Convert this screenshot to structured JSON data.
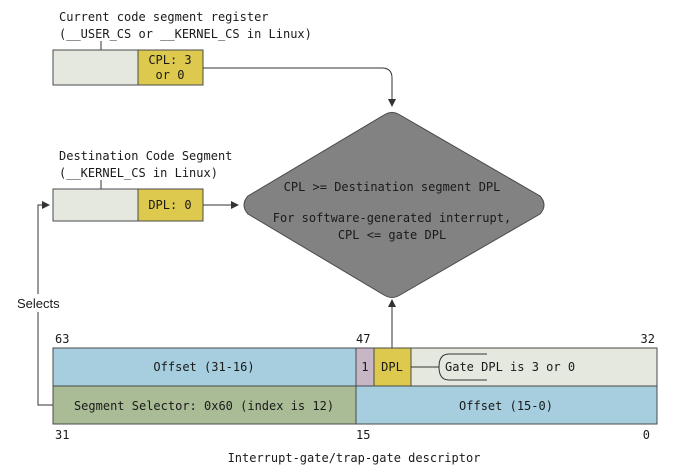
{
  "colors": {
    "segment_register_body": "#e4e8de",
    "privilege_field": "#dcc94e",
    "diamond_fill": "#828282",
    "offset_field": "#a6cede",
    "type_bit_field": "#c6b6c6",
    "selector_field": "#a9bc96",
    "gate_empty_field": "#e4e8de",
    "line": "#333333"
  },
  "current_cs": {
    "title_line1": "Current code segment register",
    "title_line2": "(__USER_CS or __KERNEL_CS in Linux)",
    "cpl_line1": "CPL: 3",
    "cpl_line2": "or 0"
  },
  "dest_cs": {
    "title_line1": "Destination Code Segment",
    "title_line2": "(__KERNEL_CS in Linux)",
    "dpl_label": "DPL: 0"
  },
  "check": {
    "line1": "CPL >= Destination segment DPL",
    "line2": "For software-generated interrupt,",
    "line3": "CPL <= gate DPL"
  },
  "selects_label": "Selects",
  "descriptor": {
    "bit_63": "63",
    "bit_47": "47",
    "bit_32": "32",
    "bit_31": "31",
    "bit_15": "15",
    "bit_0": "0",
    "offset_high": "Offset (31-16)",
    "present_bit": "1",
    "dpl_field": "DPL",
    "gate_dpl_note": "Gate DPL is 3 or 0",
    "segment_selector": "Segment Selector: 0x60 (index is 12)",
    "offset_low": "Offset (15-0)",
    "caption": "Interrupt-gate/trap-gate descriptor"
  }
}
